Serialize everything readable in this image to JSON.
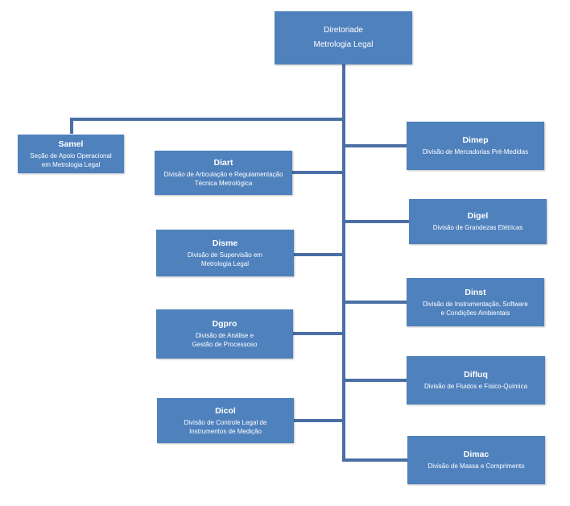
{
  "colors": {
    "box_fill": "#4f81bd",
    "connector": "#4a6fa5",
    "text": "#ffffff"
  },
  "root": {
    "line1": "Diretoriade",
    "line2": "Metrologia Legal"
  },
  "units": {
    "samel": {
      "code": "Samel",
      "desc": "Seção de Apoio Operacional\nem Metrologia Legal"
    },
    "diart": {
      "code": "Diart",
      "desc": "Divisão de Articulação e Regulamentação\nTécnica Metrológica"
    },
    "disme": {
      "code": "Disme",
      "desc": "Divisão de Supervisão em\nMetrologia Legal"
    },
    "dgpro": {
      "code": "Dgpro",
      "desc": "Divisão de Análise e\nGestão de Processoso"
    },
    "dicol": {
      "code": "Dicol",
      "desc": "Divisão de Controle Legal de\nInstrumentos de Medição"
    },
    "dimep": {
      "code": "Dimep",
      "desc": "Divisão de Mercadorias Pré-Medidas"
    },
    "digel": {
      "code": "Digel",
      "desc": "Divisão de Grandezas Elétricas"
    },
    "dinst": {
      "code": "Dinst",
      "desc": "Divisão de Instrumentação, Software\ne Condições Ambientais"
    },
    "difluq": {
      "code": "Difluq",
      "desc": "Divisão de Fluidos e Físico-Química"
    },
    "dimac": {
      "code": "Dimac",
      "desc": "Divisão de Massa e Comprimento"
    }
  }
}
